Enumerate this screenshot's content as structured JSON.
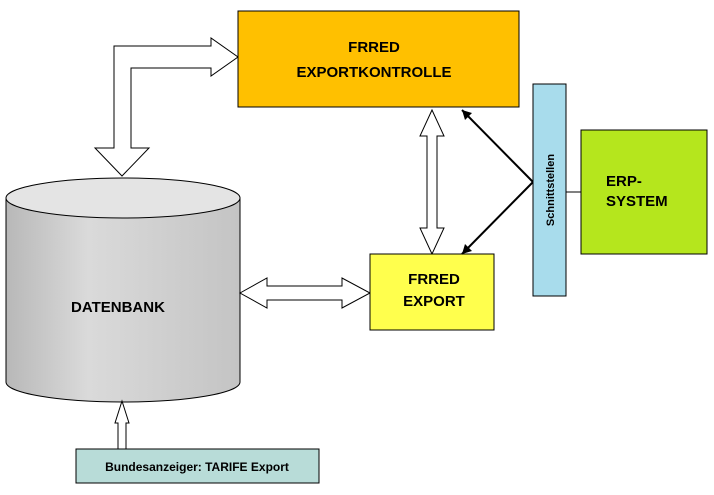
{
  "nodes": {
    "exportkontrolle": {
      "line1": "FRRED",
      "line2": "EXPORTKONTROLLE",
      "color": "#FFC000"
    },
    "export": {
      "line1": "FRRED",
      "line2": "EXPORT",
      "color": "#FFFF4D"
    },
    "erp": {
      "line1": "ERP-",
      "line2": "SYSTEM",
      "color": "#B5E61D"
    },
    "schnittstellen": {
      "label": "Schnittstellen",
      "color": "#A8DCEC"
    },
    "datenbank": {
      "label": "DATENBANK",
      "color": "#D0D0D0"
    },
    "bundesanzeiger": {
      "label": "Bundesanzeiger: TARIFE Export",
      "color": "#B8DCD8"
    }
  }
}
